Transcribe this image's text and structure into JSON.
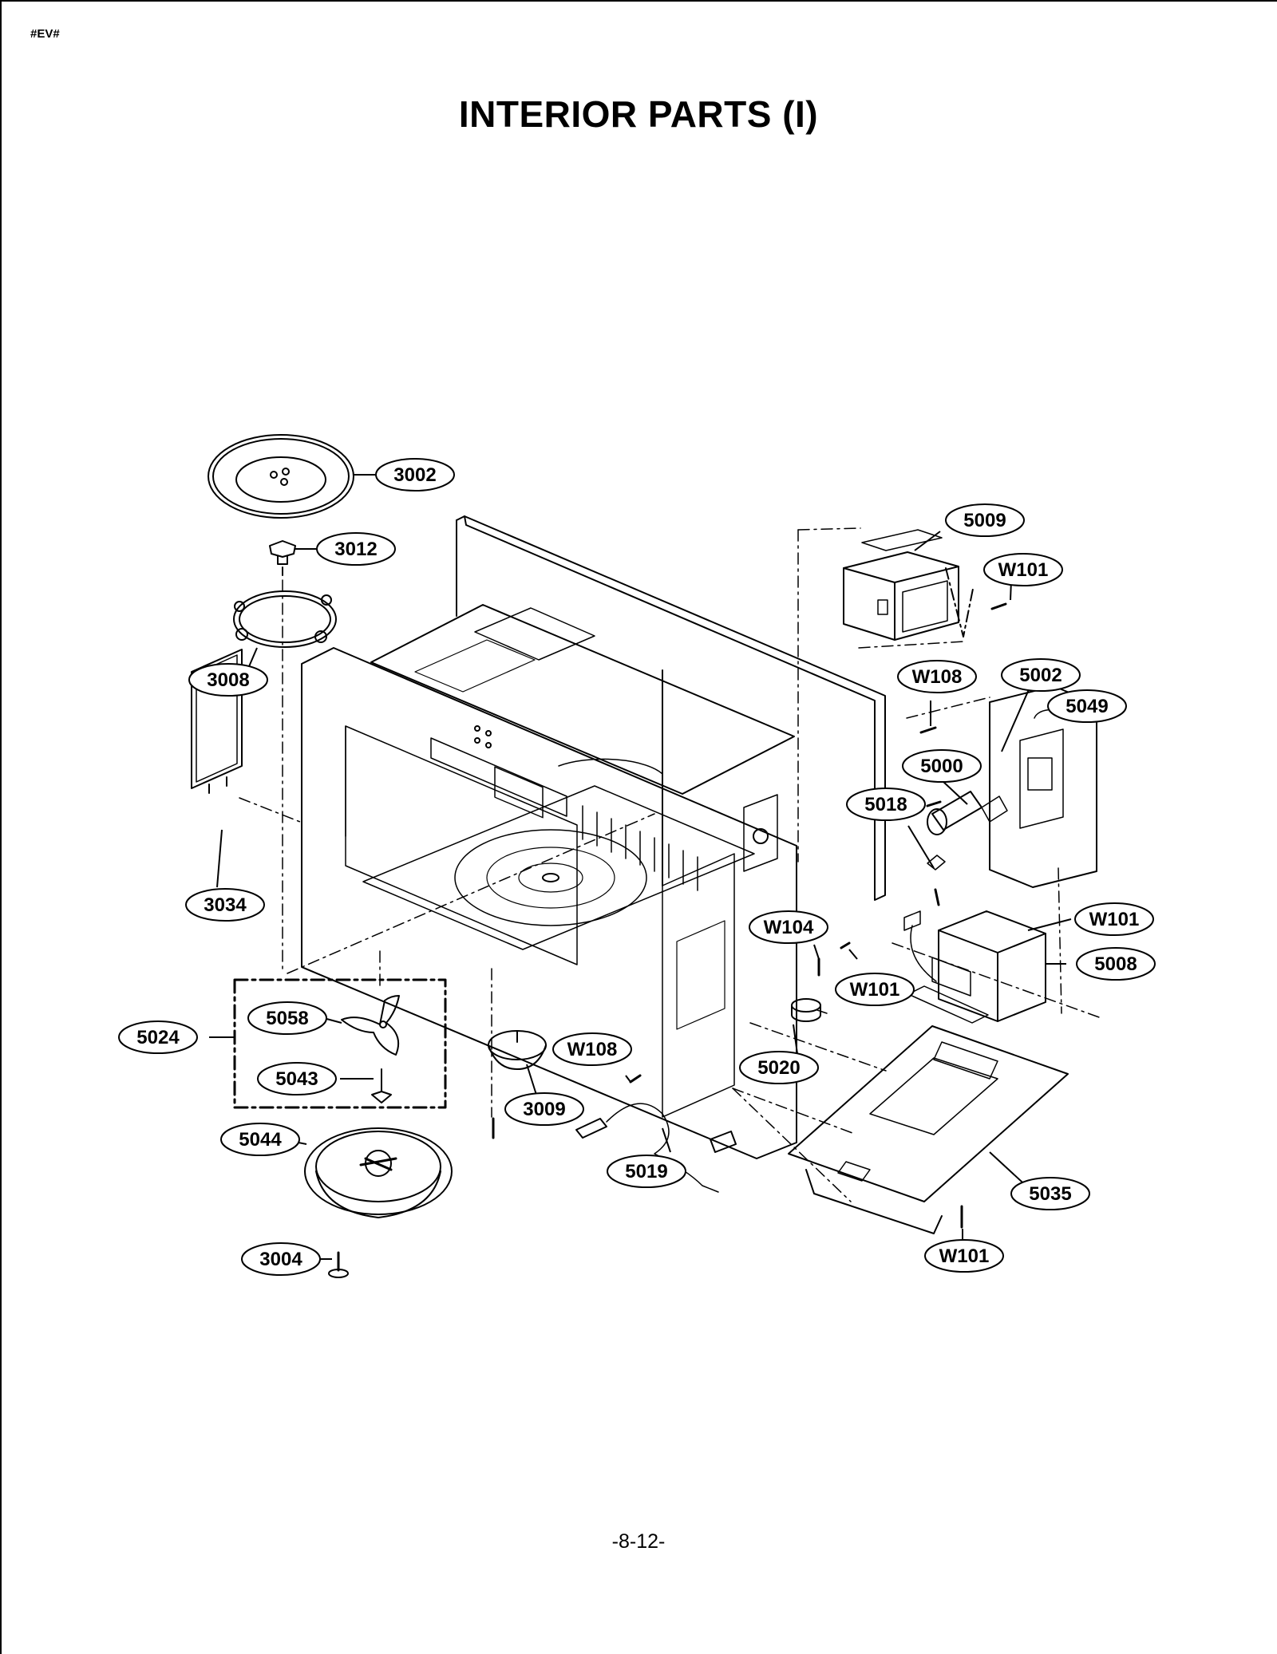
{
  "header": {
    "doc_code": "#EV#"
  },
  "title": "INTERIOR PARTS (I)",
  "footer": {
    "page_number": "-8-12-"
  },
  "callouts": [
    {
      "id": "3002",
      "label": "3002"
    },
    {
      "id": "3012",
      "label": "3012"
    },
    {
      "id": "3008",
      "label": "3008"
    },
    {
      "id": "3034",
      "label": "3034"
    },
    {
      "id": "5024",
      "label": "5024"
    },
    {
      "id": "5058",
      "label": "5058"
    },
    {
      "id": "5043",
      "label": "5043"
    },
    {
      "id": "5044",
      "label": "5044"
    },
    {
      "id": "3004",
      "label": "3004"
    },
    {
      "id": "3009",
      "label": "3009"
    },
    {
      "id": "W108b",
      "label": "W108"
    },
    {
      "id": "5019",
      "label": "5019"
    },
    {
      "id": "5020",
      "label": "5020"
    },
    {
      "id": "W104",
      "label": "W104"
    },
    {
      "id": "W101c",
      "label": "W101"
    },
    {
      "id": "5009",
      "label": "5009"
    },
    {
      "id": "W101a",
      "label": "W101"
    },
    {
      "id": "W108a",
      "label": "W108"
    },
    {
      "id": "5002",
      "label": "5002"
    },
    {
      "id": "5049",
      "label": "5049"
    },
    {
      "id": "5000",
      "label": "5000"
    },
    {
      "id": "5018",
      "label": "5018"
    },
    {
      "id": "W101b",
      "label": "W101"
    },
    {
      "id": "5008",
      "label": "5008"
    },
    {
      "id": "5035",
      "label": "5035"
    },
    {
      "id": "W101d",
      "label": "W101"
    }
  ]
}
